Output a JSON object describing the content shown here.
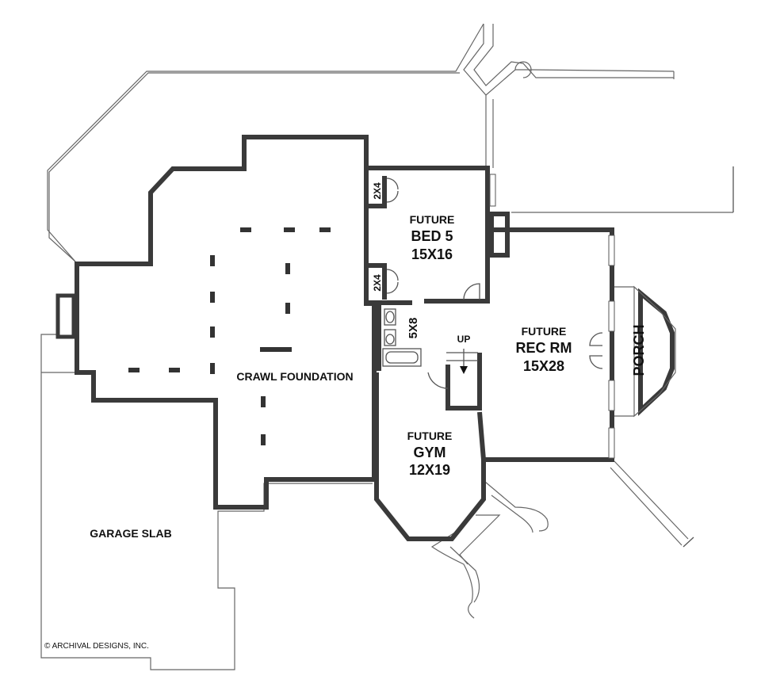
{
  "plan": {
    "rooms": {
      "crawl": "CRAWL FOUNDATION",
      "garage": "GARAGE SLAB",
      "bed_line1": "FUTURE",
      "bed_line2": "BED 5",
      "bed_line3": "15X16",
      "rec_line1": "FUTURE",
      "rec_line2": "REC RM",
      "rec_line3": "15X28",
      "gym_line1": "FUTURE",
      "gym_line2": "GYM",
      "gym_line3": "12X19",
      "porch": "PORCH",
      "bath": "5X8",
      "closet_top": "2X4",
      "closet_bottom": "2X4",
      "stair": "UP"
    },
    "copyright": "© ARCHIVAL DESIGNS, INC."
  }
}
